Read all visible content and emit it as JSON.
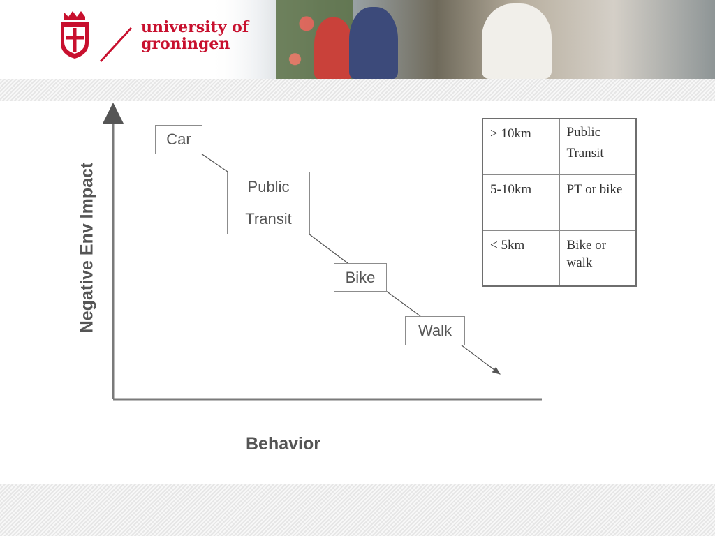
{
  "header": {
    "logo_text": "university of\ngroningen",
    "brand_color": "#c8102e"
  },
  "diagram": {
    "nodes": [
      {
        "label": "Car"
      },
      {
        "label": "Public\nTransit"
      },
      {
        "label": "Bike"
      },
      {
        "label": "Walk"
      }
    ],
    "y_axis_label": "Negative Env Impact",
    "x_axis_label": "Behavior"
  },
  "distance_table": {
    "rows": [
      {
        "distance": "> 10km",
        "mode": "Public\nTransit"
      },
      {
        "distance": "5-10km",
        "mode": "PT or bike"
      },
      {
        "distance": "< 5km",
        "mode": "Bike or walk"
      }
    ]
  }
}
